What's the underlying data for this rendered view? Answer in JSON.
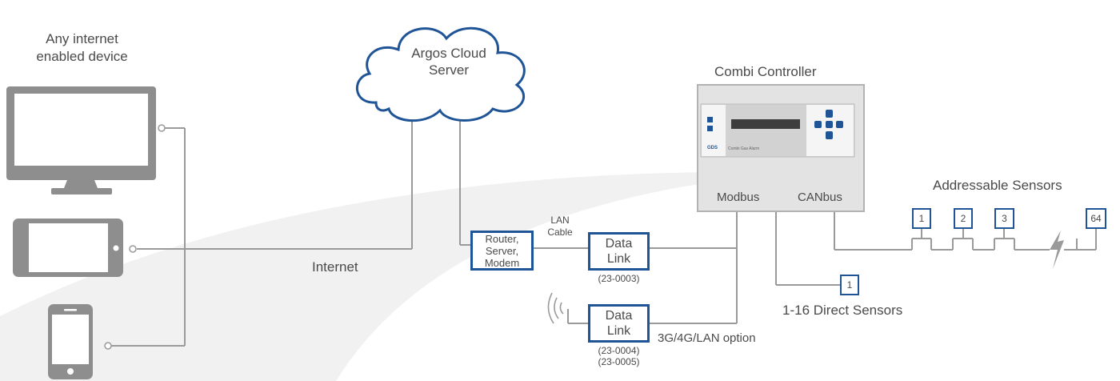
{
  "devices": {
    "heading_line1": "Any internet",
    "heading_line2": "enabled device",
    "items": [
      "monitor",
      "tablet",
      "smartphone"
    ]
  },
  "cloud": {
    "line1": "Argos Cloud",
    "line2": "Server"
  },
  "internet_label": "Internet",
  "router": {
    "line1": "Router,",
    "line2": "Server,",
    "line3": "Modem"
  },
  "lan_cable": {
    "line1": "LAN",
    "line2": "Cable"
  },
  "data_link_1": {
    "line1": "Data",
    "line2": "Link",
    "part": "(23-0003)"
  },
  "data_link_2": {
    "line1": "Data",
    "line2": "Link",
    "part1": "(23-0004)",
    "part2": "(23-0005)"
  },
  "wireless_option": "3G/4G/LAN option",
  "controller": {
    "title": "Combi Controller",
    "port_modbus": "Modbus",
    "port_canbus": "CANbus",
    "brand": "GDS",
    "panel_text": "Combi Gas Alarm"
  },
  "direct_sensors": {
    "label": "1-16 Direct Sensors",
    "box": "1"
  },
  "addressable_sensors": {
    "label": "Addressable Sensors",
    "boxes": [
      "1",
      "2",
      "3",
      "64"
    ]
  },
  "colors": {
    "accent": "#1f5597",
    "line": "#9a9a9a",
    "device": "#8e8e8e",
    "text": "#4a4a4a"
  }
}
